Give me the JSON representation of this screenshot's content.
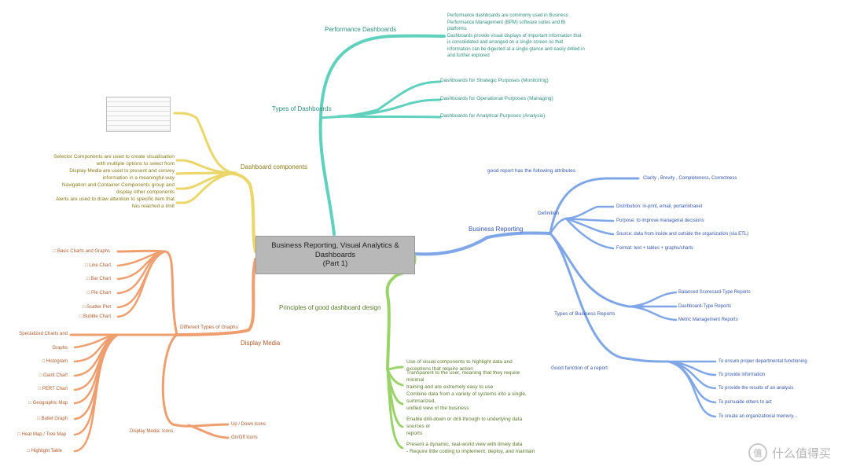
{
  "central": {
    "line1": "Business Reporting, Visual Analytics &",
    "line2": "Dashboards",
    "line3": "(Part 1)"
  },
  "performance": {
    "title": "Performance Dashboards",
    "notes": [
      "Performance dashboards are commonly used in Business",
      "Performance Management (BPM) software suites and BI",
      "platforms",
      "Dashboards provide visual displays of important information that",
      "is consolidated and arranged on a single screen so that",
      "information can be digested at a single glance and easily drilled in",
      "and further explored"
    ]
  },
  "types_dash": {
    "title": "Types of Dashboards",
    "items": [
      "Dashboards for Strategic Purposes (Monitoring)",
      "Dashboards for Operational Purposes (Managing)",
      "Dashboards for Analytical Purposes (Analysis)"
    ]
  },
  "components": {
    "title": "Dashboard components",
    "items": [
      [
        "Selector Components are used to create visualisation",
        "with multiple options to select from"
      ],
      [
        "Display Media are used to present and convey",
        "information in a meaningful way"
      ],
      [
        "Navigation and Container Components group and",
        "display other components"
      ],
      [
        "Alerts are used to draw attention to specific item that",
        "has reached a limit"
      ]
    ]
  },
  "business_reporting": {
    "title": "Business Reporting",
    "attributes_label": "good report has the following attributes",
    "attribute": "Clarity , Brevity , Completeness, Correctness",
    "definition": {
      "title": "Definition",
      "items": [
        "Distribution: in-print, email, portal/intranet",
        "Purpose: to improve managerial decisions",
        "Source: data from inside and outside the organization (via ETL)",
        "Format: text + tables + graphs/charts"
      ]
    },
    "types": {
      "title": "Types of Business Reports",
      "items": [
        "Balanced Scorecard-Type Reports",
        "Dashboard-Type Reports",
        "Metric Management Reports"
      ]
    },
    "function": {
      "title": "Good function of a report",
      "items": [
        "To ensure proper departmental functioning",
        "To provide information",
        "To provide the results of an analysis",
        "To persuade others to act",
        "To create an organizational memory..."
      ]
    }
  },
  "principles": {
    "title": "Principles of good dashboard design",
    "items": [
      [
        "Use of visual components to highlight data and",
        "exceptions that require action"
      ],
      [
        "Transparent to the user, meaning that they require",
        "minimal",
        "training and are extremely easy to use"
      ],
      [
        "Combine data from a variety of systems into a single,",
        "summarized,",
        "unified view of the business"
      ],
      [
        "Enable drill-down or drill-through to underlying data",
        "sources or",
        "reports"
      ],
      [
        "Present a dynamic, real-world view with timely data",
        "- Require little coding to implement, deploy, and maintain"
      ]
    ]
  },
  "display_media": {
    "title": "Display Media",
    "graphs": {
      "title": "Different Types of Graphs",
      "basic": {
        "title": "□ Basic Charts and Graphs",
        "items": [
          "□ Line Chart",
          "□ Bar Chart",
          "□ Pie Chart",
          "□ Scatter Plot",
          "□ Bubble Chart"
        ]
      },
      "specialized": {
        "title_line1": "Specialized Charts and",
        "title_line2": "Graphs",
        "items": [
          "□ Histogram",
          "□ Gantt Chart",
          "□ PERT Chart",
          "□ Geographic Map",
          "□ Bullet Graph",
          "□ Heat Map / Tree Map",
          "□ Highlight Table"
        ]
      }
    },
    "icons": {
      "title": "Display Media: Icons",
      "items": [
        "Up / Down Icons",
        "On/Off Icons"
      ]
    }
  },
  "watermark": {
    "icon": "值",
    "text": "什么值得买"
  },
  "colors": {
    "teal": "#5fd1bd",
    "blue": "#7fa6e6",
    "green": "#9ad36a",
    "yellow": "#ebd66a",
    "orange": "#ef9f6f"
  }
}
